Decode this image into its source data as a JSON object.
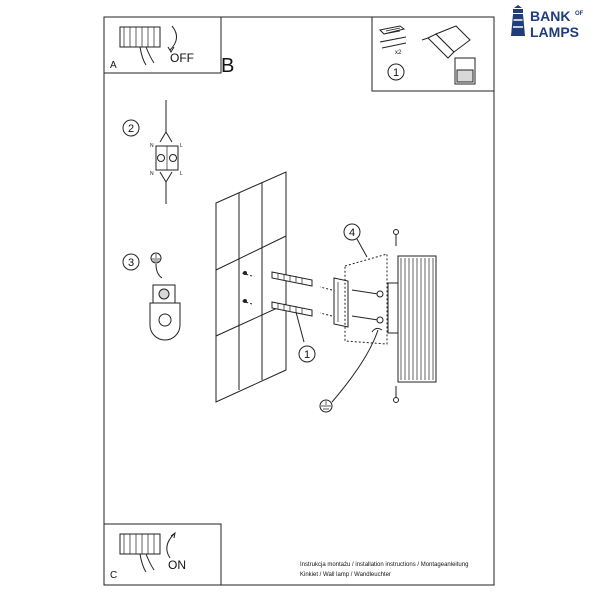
{
  "brand": {
    "line1": "BANK",
    "of": "OF",
    "line2": "LAMPS",
    "color": "#1e3d7a"
  },
  "panel_a": {
    "letter": "A",
    "state": "OFF"
  },
  "panel_b": {
    "letter": "B"
  },
  "panel_c": {
    "letter": "C",
    "state": "ON"
  },
  "tools": {
    "step": "1",
    "qty": "x2"
  },
  "steps": {
    "wiring": "2",
    "ground": "3",
    "plugs": "1",
    "bracket": "4"
  },
  "terminal_labels": {
    "n_top": "N",
    "l_top": "L",
    "n_bottom": "N",
    "l_bottom": "L"
  },
  "footer": {
    "line1": "Instrukcja montażu / installation instructions / Montageanleitung",
    "line2": "Kinkiet / Wall lamp / Wandleuchter"
  }
}
